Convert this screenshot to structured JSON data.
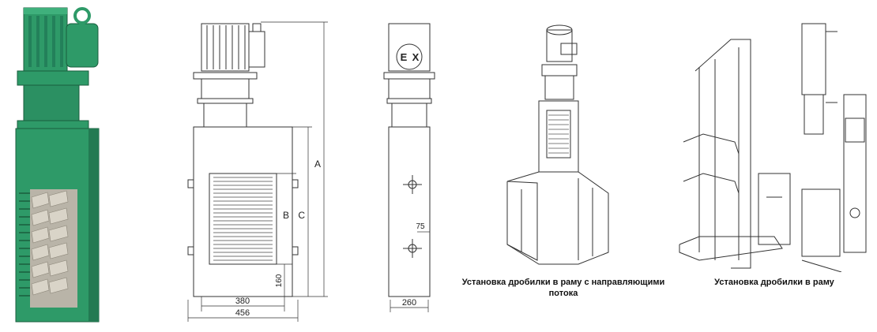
{
  "dimensions": {
    "A": "A",
    "B": "B",
    "C": "C",
    "d160": "160",
    "d380": "380",
    "d456": "456",
    "d75": "75",
    "d260": "260"
  },
  "ex_mark": {
    "e": "E",
    "x": "X"
  },
  "captions": {
    "frame_with_guides": "Установка дробилки в раму с направляющими потока",
    "frame": "Установка дробилки в раму"
  },
  "colors": {
    "machine_green": "#2e9a68",
    "machine_dark": "#1f7a50",
    "line": "#333333"
  }
}
